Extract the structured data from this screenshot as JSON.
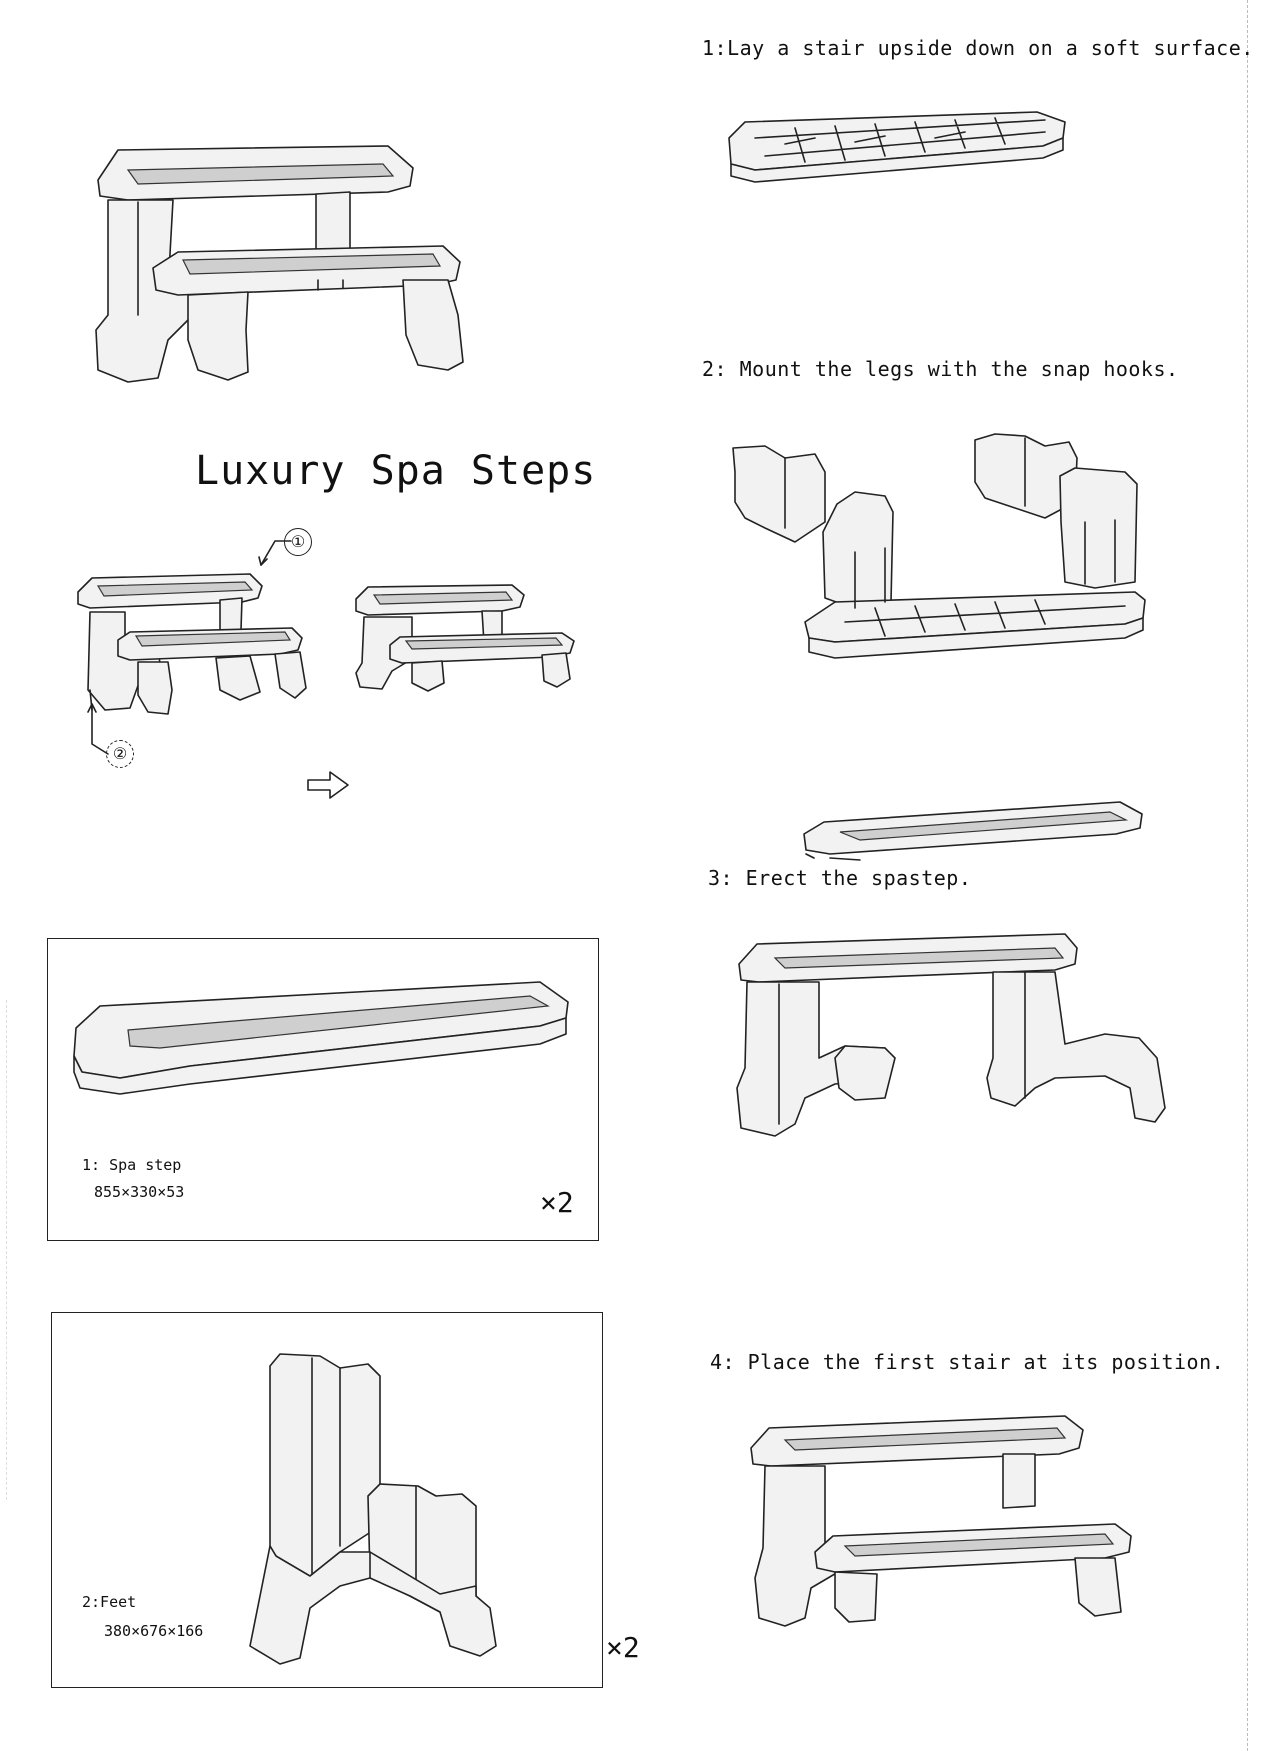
{
  "title": "Luxury Spa Steps",
  "steps": [
    {
      "text": "1:Lay a stair upside down on a soft surface."
    },
    {
      "text": "2: Mount the legs with the snap hooks."
    },
    {
      "text": "3: Erect the spastep."
    },
    {
      "text": "4: Place the first stair at its position."
    }
  ],
  "callouts": [
    "①",
    "②"
  ],
  "parts": [
    {
      "label": "1: Spa step",
      "dimensions": "855×330×53",
      "quantity": "×2"
    },
    {
      "label": "2:Feet",
      "dimensions": "380×676×166",
      "quantity": "×2"
    }
  ],
  "icons": {
    "next_arrow": "arrow-right-outline-icon"
  }
}
